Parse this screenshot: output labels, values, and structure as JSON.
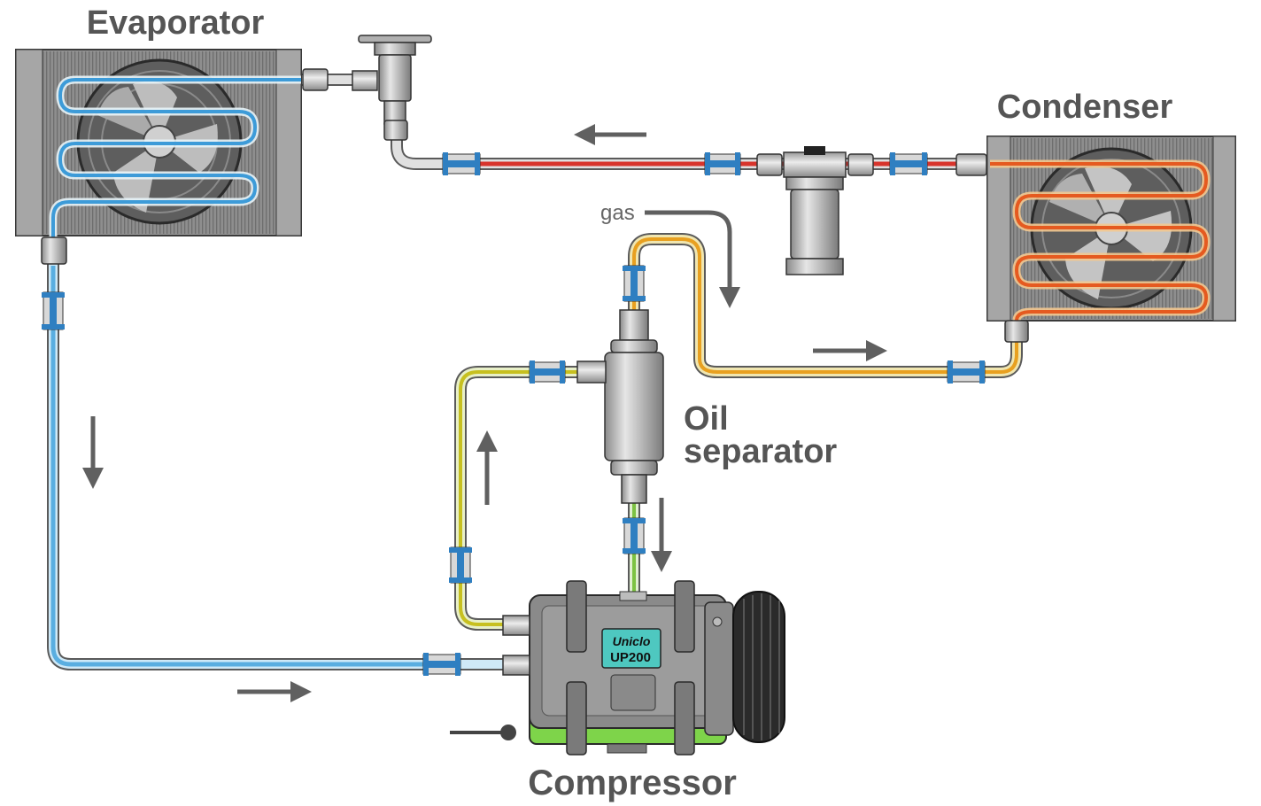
{
  "labels": {
    "evaporator": "Evaporator",
    "condenser": "Condenser",
    "oil_separator_line1": "Oil",
    "oil_separator_line2": "separator",
    "compressor": "Compressor",
    "gas": "gas"
  },
  "compressor_badge": {
    "brand": "Uniclo",
    "model": "UP200"
  },
  "colors": {
    "cold_line": "#5aaee0",
    "hot_line": "#d8342c",
    "gas_line": "#e8a020",
    "suction_line": "#7cc242",
    "fitting": "#2f7fc1",
    "arrow": "#606060",
    "compressor_base": "#7ed44a",
    "badge": "#4ec8c0"
  }
}
